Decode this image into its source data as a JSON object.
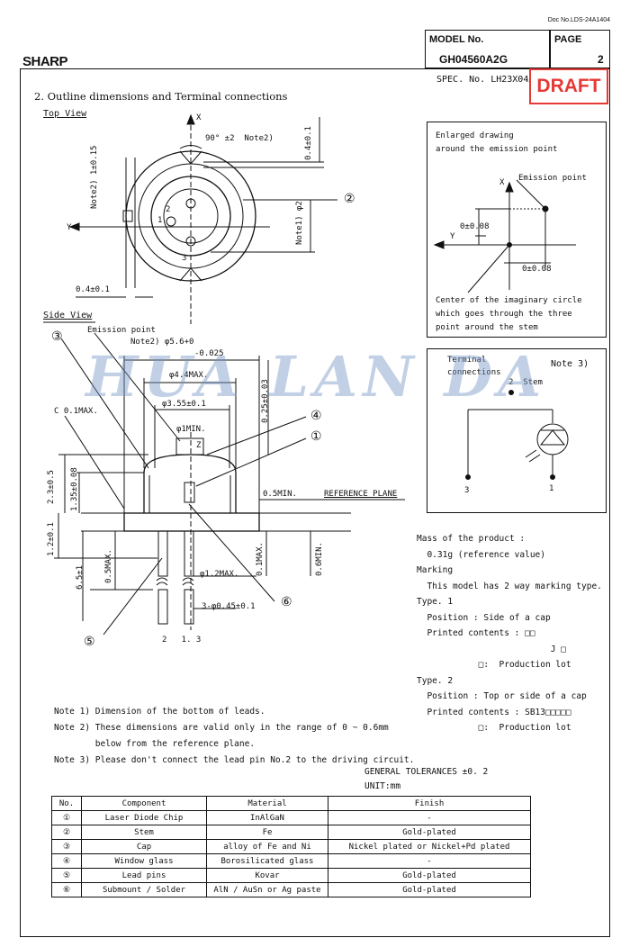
{
  "header": {
    "doc_no": "Doc No.LDS-24A1404",
    "brand": "SHARP",
    "model_label": "MODEL No.",
    "model_value": "GH04560A2G",
    "page_label": "PAGE",
    "page_value": "2",
    "spec": "SPEC. No. LH23X04A",
    "draft": "DRAFT"
  },
  "section_title": "2. Outline dimensions and Terminal connections",
  "views": {
    "top_view": "Top View",
    "side_view": "Side View"
  },
  "top_dims": {
    "x_axis": "X",
    "y_axis": "Y",
    "angle": "90° ±2  Note2)",
    "d1": "0.4±0.1",
    "d2": "Note2) 1±0.15",
    "d3": "Note1) φ2",
    "d4": "0.4±0.1",
    "pin1": "1",
    "pin2": "2",
    "pin3": "3",
    "c2": "②"
  },
  "side_dims": {
    "emission": "Emission point",
    "dia1": "Note2) φ5.6+0",
    "dia1b": "-0.025",
    "dia2": "φ4.4MAX.",
    "dia3": "φ3.55±0.1",
    "d1min": "φ1MIN.",
    "z_axis": "Z",
    "c01": "C 0.1MAX.",
    "h025": "0.25±0.03",
    "h23": "2.3±0.5",
    "h135": "1.35±0.08",
    "h12": "1.2±0.1",
    "h65": "6.5±1",
    "h05": "0.5MAX.",
    "h01": "0.1MAX.",
    "h06": "0.6MIN.",
    "min05": "0.5MIN.",
    "ref": "REFERENCE PLANE",
    "dia12": "φ1.2MAX.",
    "dia045": "3-φ0.45±0.1",
    "pins": "2   1. 3",
    "c1": "①",
    "c3": "③",
    "c4": "④",
    "c5": "⑤",
    "c6": "⑥"
  },
  "enlarged": {
    "title1": "Enlarged drawing",
    "title2": "around the emission point",
    "emission": "Emission point",
    "x": "X",
    "y": "Y",
    "d1": "0±0.08",
    "d2": "0±0.08",
    "caption1": "Center of the imaginary circle",
    "caption2": "which goes through the three",
    "caption3": "point around the stem"
  },
  "terminal": {
    "title1": "Terminal",
    "title2": "connections",
    "note": "Note 3)",
    "stem": "2  Stem",
    "p3": "3",
    "p1": "1"
  },
  "mass_lines": [
    "Mass of the product :",
    "  0.31g (reference value)",
    "Marking",
    "  This model has 2 way marking type.",
    "Type. 1",
    "  Position : Side of a cap",
    "  Printed contents : □□",
    "                          J □",
    "            □:  Production lot",
    "Type. 2",
    "  Position : Top or side of a cap",
    "  Printed contents : SB13□□□□□",
    "            □:  Production lot"
  ],
  "notes": [
    "Note 1) Dimension of the bottom of leads.",
    "Note 2) These dimensions are valid only in the range of 0 ~ 0.6mm",
    "        below from the reference plane.",
    "Note 3) Please don't connect the lead pin No.2 to the driving circuit."
  ],
  "tolerances": "GENERAL TOLERANCES ±0. 2",
  "unit": "UNIT:mm",
  "table": {
    "headers": [
      "No.",
      "Component",
      "Material",
      "Finish"
    ],
    "rows": [
      [
        "①",
        "Laser Diode Chip",
        "InAlGaN",
        "-"
      ],
      [
        "②",
        "Stem",
        "Fe",
        "Gold-plated"
      ],
      [
        "③",
        "Cap",
        "alloy of Fe and Ni",
        "Nickel plated or Nickel+Pd plated"
      ],
      [
        "④",
        "Window glass",
        "Borosilicated glass",
        "-"
      ],
      [
        "⑤",
        "Lead pins",
        "Kovar",
        "Gold-plated"
      ],
      [
        "⑥",
        "Submount / Solder",
        "AlN / AuSn or Ag paste",
        "Gold-plated"
      ]
    ]
  },
  "watermark": "HUA LAN DA"
}
